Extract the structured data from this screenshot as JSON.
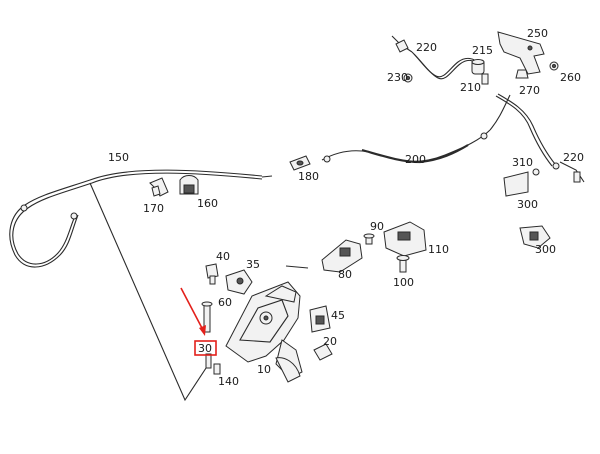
{
  "labels": {
    "l150": "150",
    "l170": "170",
    "l160": "160",
    "l180": "180",
    "l200": "200",
    "l220a": "220",
    "l230": "230",
    "l215": "215",
    "l250": "250",
    "l260": "260",
    "l210": "210",
    "l270": "270",
    "l310": "310",
    "l220b": "220",
    "l300a": "300",
    "l300b": "300",
    "l90": "90",
    "l110": "110",
    "l80": "80",
    "l100": "100",
    "l40": "40",
    "l35": "35",
    "l60": "60",
    "l45": "45",
    "l20": "20",
    "l30": "30",
    "l140": "140",
    "l10": "10"
  },
  "colors": {
    "highlight": "#e3201b",
    "ink": "#2b2b2b"
  },
  "highlighted_part": "30"
}
